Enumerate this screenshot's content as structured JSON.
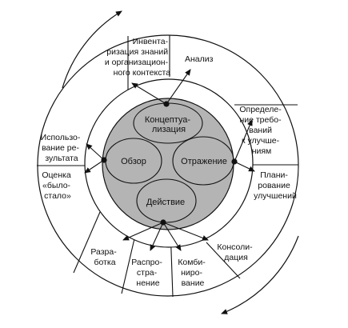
{
  "inner": {
    "konceptualizaciya": [
      "Концептуа-",
      "лизация"
    ],
    "obzor": "Обзор",
    "otrazhenie": "Отражение",
    "deistvie": "Действие"
  },
  "outer": {
    "inventarizaciya": [
      "Инвента-",
      "ризация знаний",
      "и организацион-",
      "ного контекста"
    ],
    "analiz": "Анализ",
    "opredelenie": [
      "Определе-",
      "ние требо-",
      "ваний",
      "к улучше-",
      "ниям"
    ],
    "planirovanie": [
      "Плани-",
      "рование",
      "улучшений"
    ],
    "konsolidaciya": [
      "Консоли-",
      "дация"
    ],
    "kombinirovanie": [
      "Комби-",
      "ниро-",
      "вание"
    ],
    "rasprostranenie": [
      "Распро-",
      "стра-",
      "нение"
    ],
    "razrabotka": [
      "Разра-",
      "ботка"
    ],
    "ocenka": [
      "Оценка",
      "«было-",
      "стало»"
    ],
    "ispolzovanie": [
      "Использо-",
      "вание ре-",
      "зультата"
    ]
  },
  "colors": {
    "core_fill": "#b4b4b4",
    "line": "#111111",
    "background": "#ffffff"
  }
}
